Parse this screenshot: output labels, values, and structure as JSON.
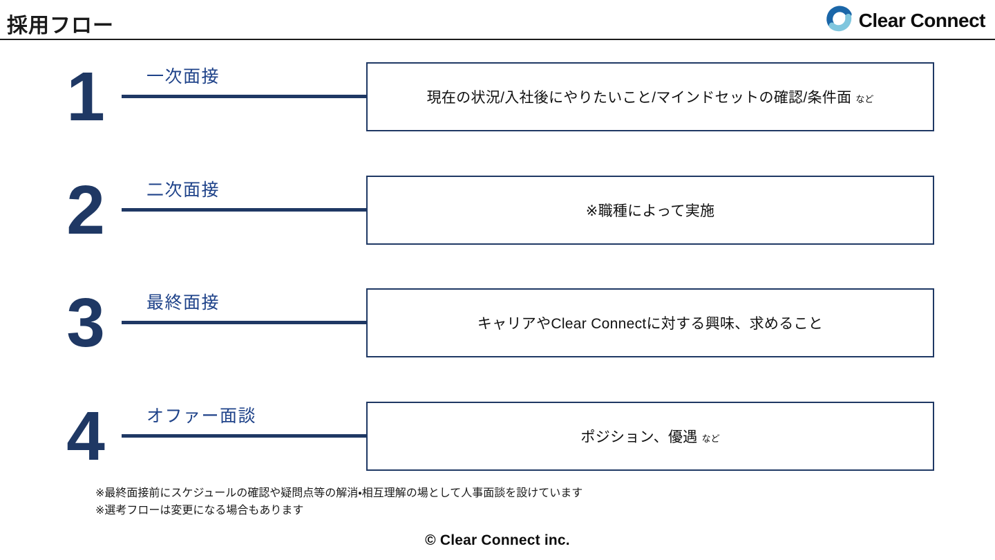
{
  "header": {
    "title": "採用フロー"
  },
  "logo": {
    "text": "Clear Connect",
    "icon": "swirl-icon",
    "colors": {
      "dark_blue": "#1a66a8",
      "light_blue": "#7fc6de"
    }
  },
  "steps": [
    {
      "number": "1",
      "label": "一次面接",
      "description": "現在の状況/入社後にやりたいこと/マインドセットの確認/条件面",
      "suffix": "など"
    },
    {
      "number": "2",
      "label": "二次面接",
      "description": "※職種によって実施",
      "suffix": ""
    },
    {
      "number": "3",
      "label": "最終面接",
      "description": "キャリアやClear Connectに対する興味、求めること",
      "suffix": ""
    },
    {
      "number": "4",
      "label": "オファー面談",
      "description": "ポジション、優遇",
      "suffix": "など"
    }
  ],
  "notes": [
    "※最終面接前にスケジュールの確認や疑問点等の解消・相互理解の場として人事面談を設けています",
    "※選考フローは変更になる場合もあります"
  ],
  "footer": {
    "copyright": "© Clear Connect inc."
  },
  "colors": {
    "navy": "#1f3864",
    "label_blue": "#1e4289",
    "text": "#1a1a1a",
    "background": "#ffffff"
  }
}
